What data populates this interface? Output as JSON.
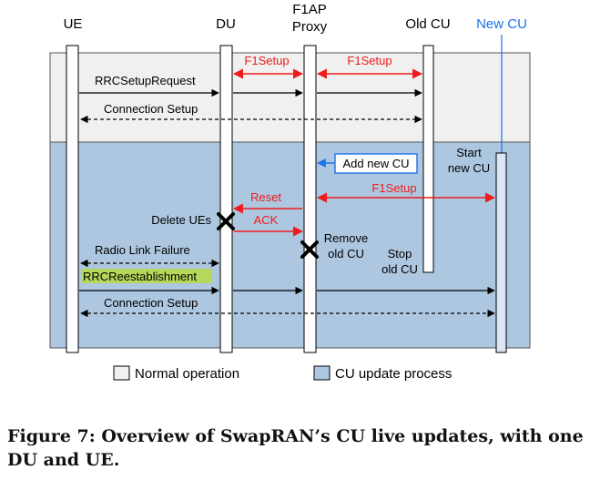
{
  "entities": {
    "ue": "UE",
    "du": "DU",
    "proxy_line1": "F1AP",
    "proxy_line2": "Proxy",
    "old_cu": "Old CU",
    "new_cu": "New CU"
  },
  "messages": {
    "f1setup_du_proxy": "F1Setup",
    "f1setup_proxy_oldcu": "F1Setup",
    "rrc_setup_request": "RRCSetupRequest",
    "connection_setup_1": "Connection Setup",
    "add_new_cu": "Add new CU",
    "f1setup_proxy_newcu": "F1Setup",
    "reset": "Reset",
    "ack": "ACK",
    "radio_link_failure": "Radio Link Failure",
    "rrc_reestablishment": "RRCReestablishment",
    "connection_setup_2": "Connection Setup"
  },
  "annotations": {
    "start_new_cu_line1": "Start",
    "start_new_cu_line2": "new CU",
    "delete_ues": "Delete UEs",
    "remove_old_cu_line1": "Remove",
    "remove_old_cu_line2": "old CU",
    "stop_old_cu_line1": "Stop",
    "stop_old_cu_line2": "old CU"
  },
  "legend": {
    "normal": "Normal operation",
    "update": "CU update process"
  },
  "caption": "Figure 7: Overview of SwapRAN’s CU live updates, with one DU and UE.",
  "colors": {
    "normal_bg": "#f0f0f0",
    "update_bg": "#adc7e1",
    "f1ap_red": "#ee1c1c",
    "new_cu_blue": "#1a73e8",
    "highlight": "#b5d75a"
  }
}
